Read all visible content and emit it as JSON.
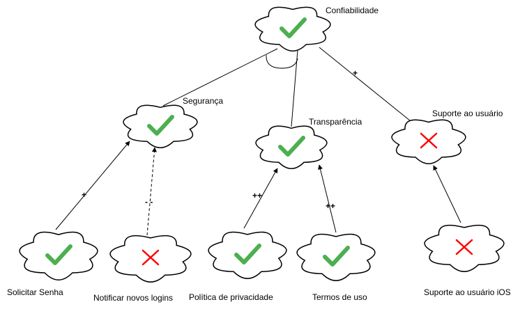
{
  "nodes": [
    {
      "id": "confiabilidade",
      "label": "Confiabilidade",
      "status": "satisfied"
    },
    {
      "id": "seguranca",
      "label": "Segurança",
      "status": "satisfied"
    },
    {
      "id": "transparencia",
      "label": "Transparência",
      "status": "satisfied"
    },
    {
      "id": "suporte",
      "label": "Suporte ao usuário",
      "status": "denied"
    },
    {
      "id": "solicitar-senha",
      "label": "Solicitar Senha",
      "status": "satisfied"
    },
    {
      "id": "notificar-logins",
      "label": "Notificar novos logins",
      "status": "denied"
    },
    {
      "id": "politica",
      "label": "Política de privacidade",
      "status": "satisfied"
    },
    {
      "id": "termos",
      "label": "Termos de uso",
      "status": "satisfied"
    },
    {
      "id": "suporte-ios",
      "label": "Suporte ao usuário iOS",
      "status": "denied"
    }
  ],
  "edges": [
    {
      "from": "seguranca",
      "to": "confiabilidade",
      "label": ""
    },
    {
      "from": "transparencia",
      "to": "confiabilidade",
      "label": ""
    },
    {
      "from": "suporte",
      "to": "confiabilidade",
      "label": "+"
    },
    {
      "from": "solicitar-senha",
      "to": "seguranca",
      "label": "+"
    },
    {
      "from": "notificar-logins",
      "to": "seguranca",
      "label": "- -"
    },
    {
      "from": "politica",
      "to": "transparencia",
      "label": "++"
    },
    {
      "from": "termos",
      "to": "transparencia",
      "label": "++"
    },
    {
      "from": "suporte-ios",
      "to": "suporte",
      "label": ""
    }
  ],
  "colors": {
    "satisfied": "#4caf50",
    "denied": "#ff0000",
    "stroke": "#000000"
  },
  "icons": {
    "satisfied": "checkmark-icon",
    "denied": "cross-icon"
  }
}
